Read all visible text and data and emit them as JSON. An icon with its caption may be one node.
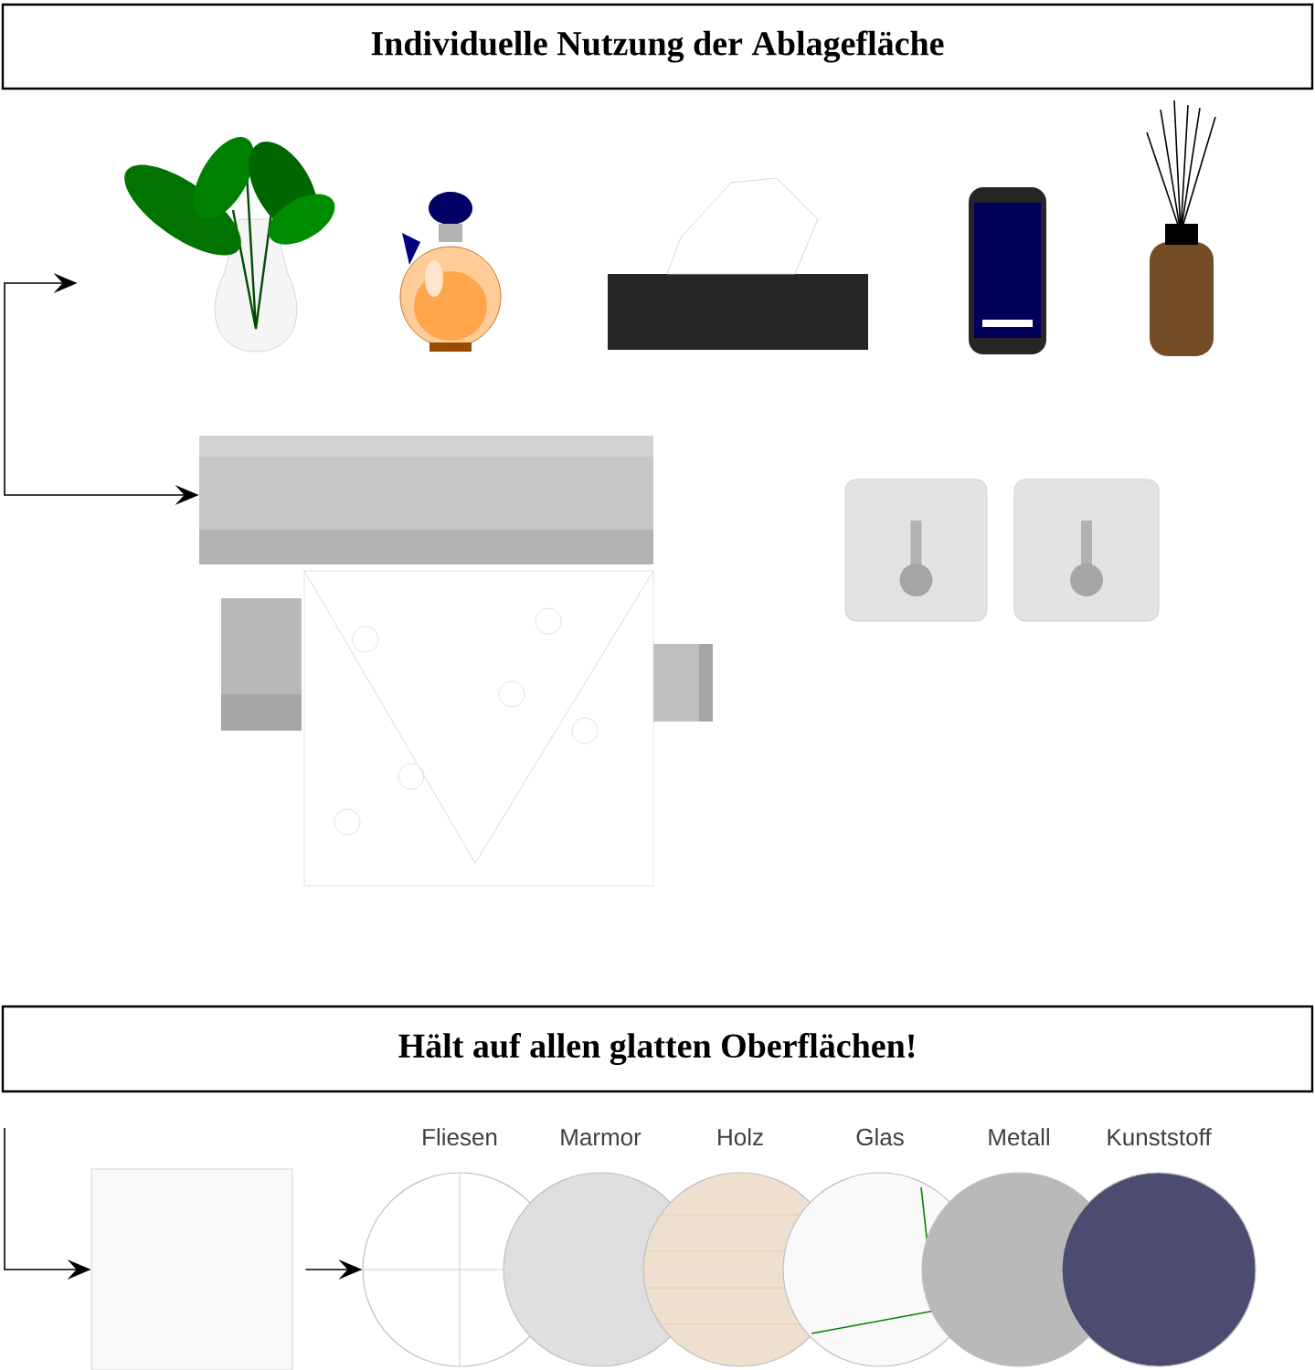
{
  "diagram": {
    "nodes": [
      {
        "text": [
          "Individuelle Nutzung der Ablagefläche"
        ]
      },
      {
        "text": [],
        "shape": "picture"
      },
      {
        "text": [],
        "shape": "picture"
      },
      {
        "text": [],
        "shape": "picture"
      },
      {
        "text": [],
        "shape": "picture"
      },
      {
        "text": [],
        "shape": "picture"
      },
      {
        "text": [],
        "shape": "picture"
      },
      {
        "text": [],
        "shape": "picture"
      },
      {
        "text": [],
        "shape": "picture"
      },
      {
        "text": [
          "Hält auf allen glatten Oberflächen!"
        ]
      },
      {
        "text": [],
        "shape": "box"
      },
      {
        "text": [
          "Fliesen"
        ]
      },
      {
        "text": [
          "Marmor"
        ]
      },
      {
        "text": [
          "Holz"
        ]
      },
      {
        "text": [
          "Glas"
        ]
      },
      {
        "text": [
          "Metall"
        ]
      },
      {
        "text": [
          "Kunststoff"
        ]
      }
    ],
    "edges": [
      {
        "from": 1,
        "to": 6,
        "arrow": "both"
      },
      {
        "from": null,
        "to": 10,
        "arrow": "to"
      },
      {
        "from": 10,
        "to": 11,
        "arrow": "to"
      }
    ]
  }
}
